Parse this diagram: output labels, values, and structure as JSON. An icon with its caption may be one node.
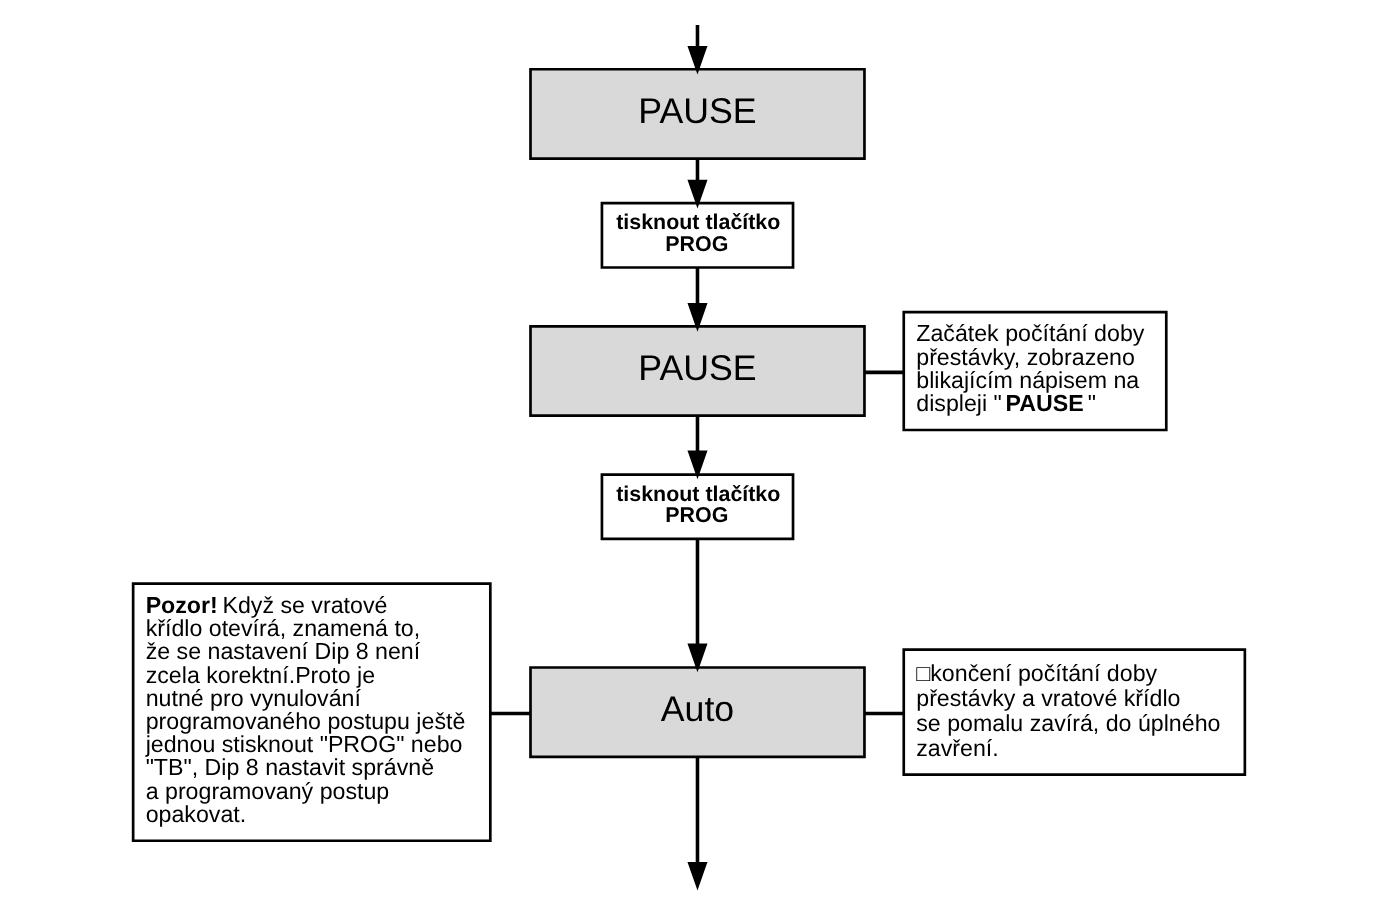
{
  "diagram": {
    "nodes": [
      {
        "text": [
          "PAUSE"
        ]
      },
      {
        "text": [
          "tisknout tlačítko PROG"
        ]
      },
      {
        "text": [
          "PAUSE"
        ]
      },
      {
        "text": [
          "Začátek počítání doby přestávky, zobrazeno blikajícím nápisem na displeji \"**PAUSE**\""
        ]
      },
      {
        "text": [
          "tisknout tlačítko PROG"
        ]
      },
      {
        "text": [
          "Auto"
        ]
      },
      {
        "text": [
          "**Pozor!** Když se vratové křídlo otevírá, znamená to, že se nastavení Dip 8 není zcela korektní.Proto je nutné pro vynulování programovaného postupu ještě jednou stisknout \"PROG\" nebo \"TB\", Dip 8 nastavit správně a programovaný postup opakovat."
        ]
      },
      {
        "text": [
          "□končení počítání doby přestávky a vratové křídlo se pomalu zavírá, do úplného zavření."
        ]
      }
    ],
    "edges": [
      {
        "from": null,
        "to": 0,
        "arrow": "to"
      },
      {
        "from": 0,
        "to": 1,
        "arrow": "to"
      },
      {
        "from": 1,
        "to": 2,
        "arrow": "to"
      },
      {
        "from": 2,
        "to": 3,
        "arrow": "none"
      },
      {
        "from": 2,
        "to": 4,
        "arrow": "to"
      },
      {
        "from": 4,
        "to": 5,
        "arrow": "to"
      },
      {
        "from": 6,
        "to": 5,
        "arrow": "none"
      },
      {
        "from": 5,
        "to": 7,
        "arrow": "none"
      },
      {
        "from": 5,
        "to": null,
        "arrow": "to"
      }
    ]
  }
}
